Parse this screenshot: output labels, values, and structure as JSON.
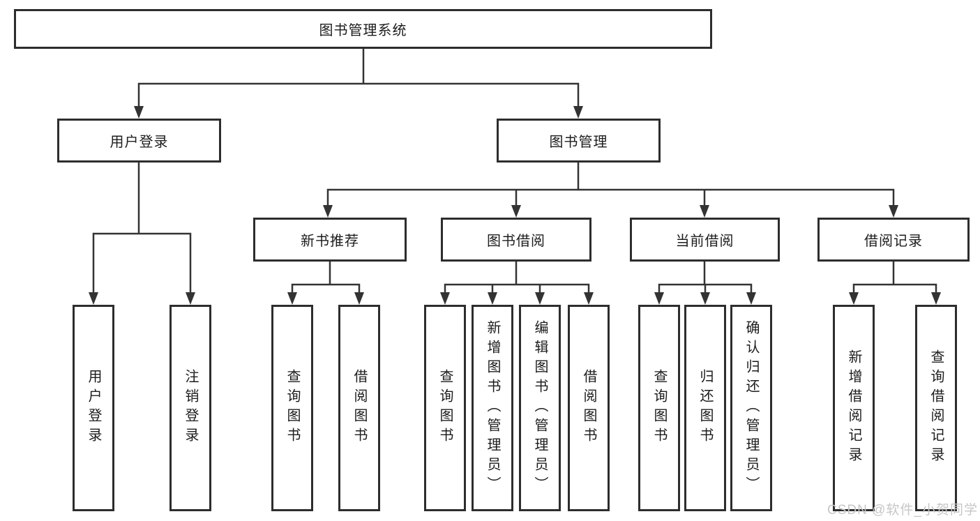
{
  "diagram_type": "hierarchy-tree",
  "colors": {
    "background": "#ffffff",
    "line": "#333333",
    "box_border": "#2d2d2d",
    "text": "#1c1c1c",
    "watermark": "#c6c6c6"
  },
  "tree": {
    "root": {
      "label": "图书管理系统",
      "children": [
        {
          "label": "用户登录",
          "children": [
            {
              "label": "用户登录"
            },
            {
              "label": "注销登录"
            }
          ]
        },
        {
          "label": "图书管理",
          "children": [
            {
              "label": "新书推荐",
              "children": [
                {
                  "label": "查询图书"
                },
                {
                  "label": "借阅图书"
                }
              ]
            },
            {
              "label": "图书借阅",
              "children": [
                {
                  "label": "查询图书"
                },
                {
                  "label": "新增图书（管理员）"
                },
                {
                  "label": "编辑图书（管理员）"
                },
                {
                  "label": "借阅图书"
                }
              ]
            },
            {
              "label": "当前借阅",
              "children": [
                {
                  "label": "查询图书"
                },
                {
                  "label": "归还图书"
                },
                {
                  "label": "确认归还（管理员）"
                }
              ]
            },
            {
              "label": "借阅记录",
              "children": [
                {
                  "label": "新增借阅记录"
                },
                {
                  "label": "查询借阅记录"
                }
              ]
            }
          ]
        }
      ]
    }
  },
  "watermark": {
    "text": "CSDN @软件_小贺同学"
  }
}
